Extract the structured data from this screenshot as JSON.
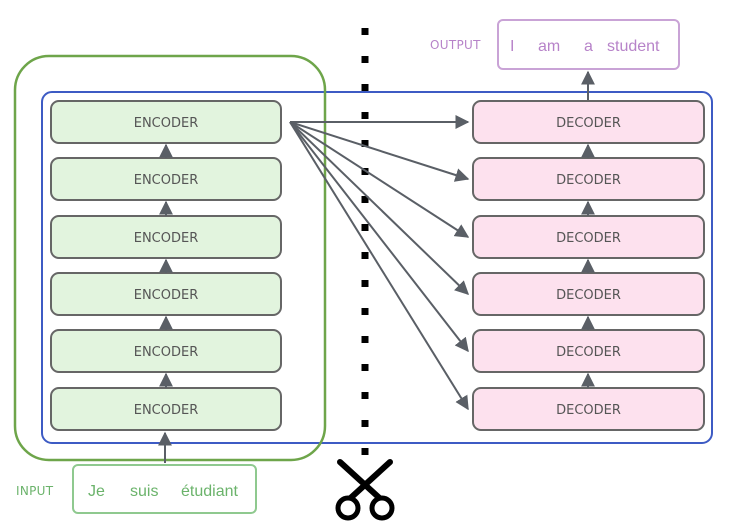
{
  "encoders": [
    "ENCODER",
    "ENCODER",
    "ENCODER",
    "ENCODER",
    "ENCODER",
    "ENCODER"
  ],
  "decoders": [
    "DECODER",
    "DECODER",
    "DECODER",
    "DECODER",
    "DECODER",
    "DECODER"
  ],
  "input": {
    "label": "INPUT",
    "words": [
      "Je",
      "suis",
      "étudiant"
    ]
  },
  "output": {
    "label": "OUTPUT",
    "words": [
      "I",
      "am",
      "a",
      "student"
    ]
  },
  "icons": {
    "cut": "scissors-icon"
  },
  "colors": {
    "encoder_fill": "#e2f4de",
    "decoder_fill": "#fde1ee",
    "block_stroke": "#666666",
    "encoder_group": "#6ea54a",
    "stack_frame": "#3d5bc4",
    "input_color": "#6bb36b",
    "output_color": "#b783c9",
    "arrow": "#5a5f66"
  }
}
